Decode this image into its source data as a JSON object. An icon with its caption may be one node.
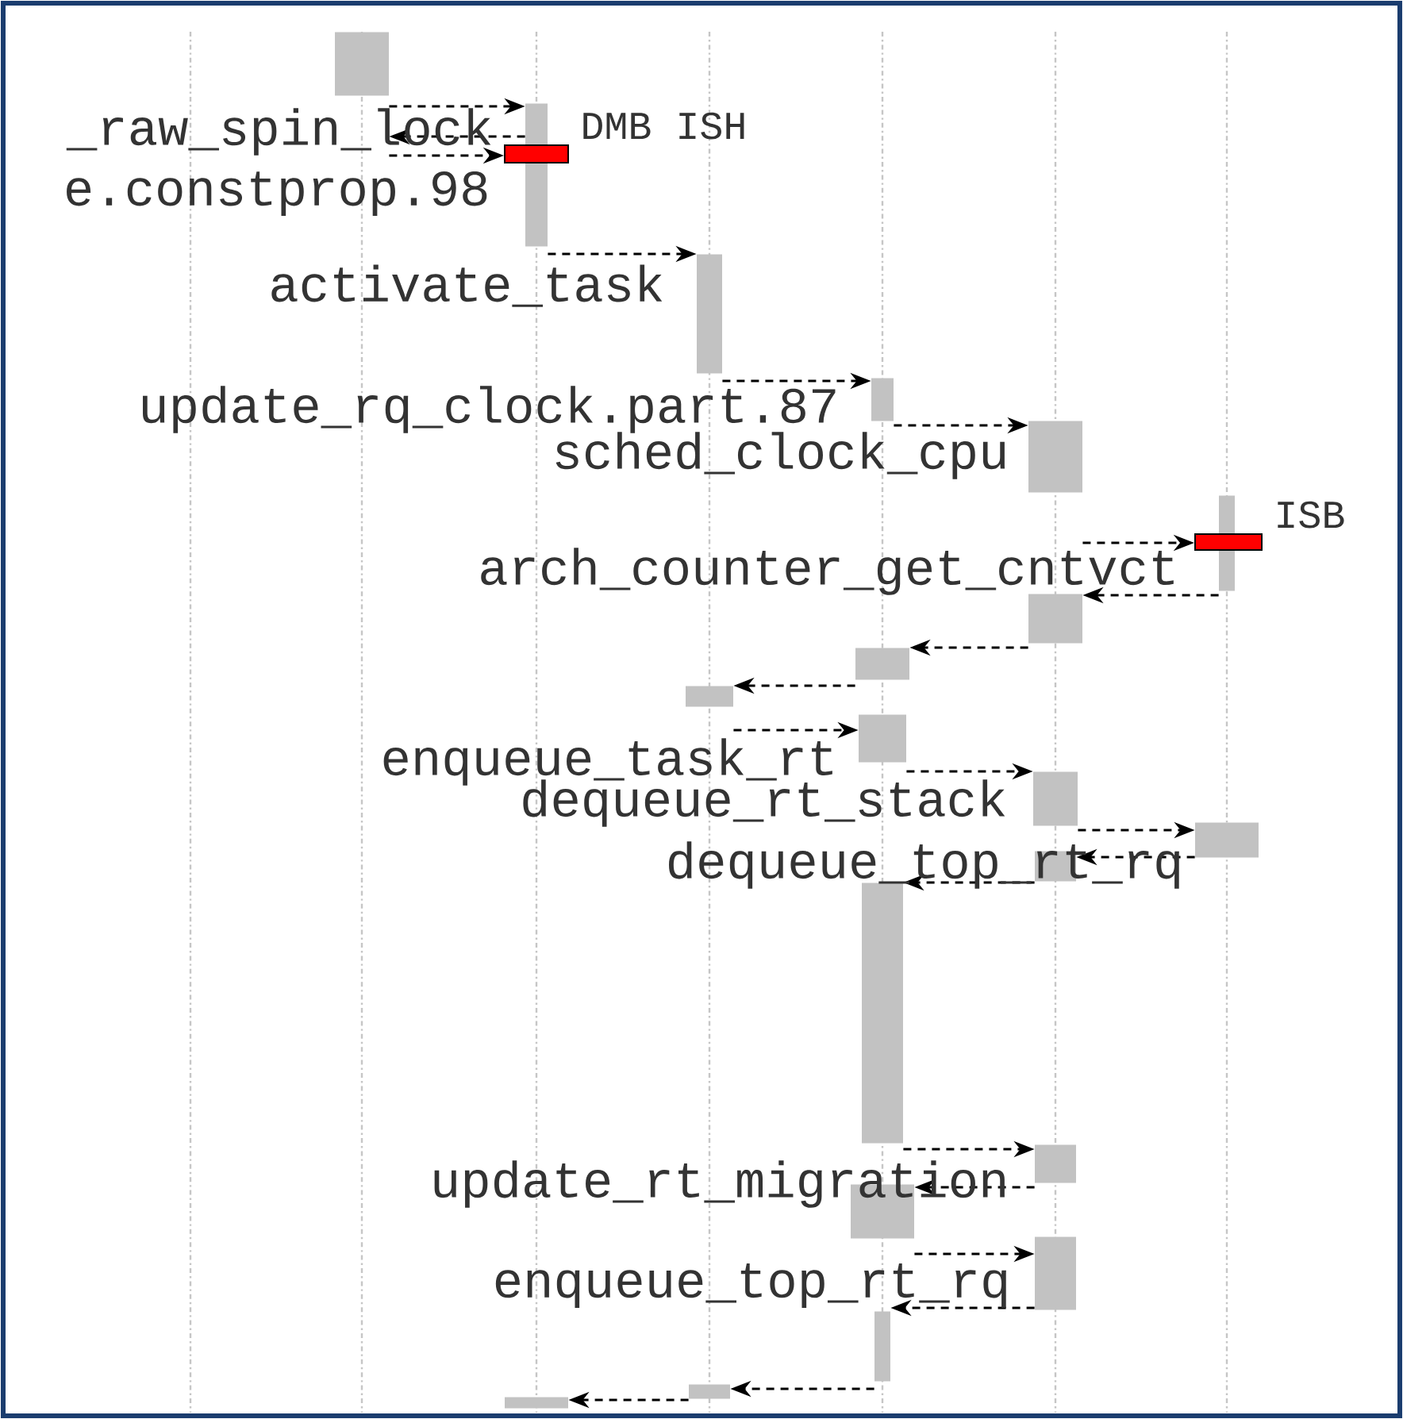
{
  "diagram": {
    "nodes": [
      {
        "text": [],
        "shape": "bar"
      },
      {
        "text": [],
        "shape": "bar"
      },
      {
        "text": [],
        "shape": "box",
        "beside": [
          "DMB ISH"
        ]
      },
      {
        "text": [],
        "shape": "bar"
      },
      {
        "text": [],
        "shape": "bar"
      },
      {
        "text": [],
        "shape": "bar"
      },
      {
        "text": [],
        "shape": "bar"
      },
      {
        "text": [],
        "shape": "box",
        "beside": [
          "ISB"
        ]
      },
      {
        "text": [],
        "shape": "bar"
      },
      {
        "text": [],
        "shape": "bar"
      },
      {
        "text": [],
        "shape": "bar"
      },
      {
        "text": [],
        "shape": "bar"
      },
      {
        "text": [],
        "shape": "bar"
      },
      {
        "text": [],
        "shape": "bar"
      },
      {
        "text": [],
        "shape": "bar"
      },
      {
        "text": [],
        "shape": "bar"
      },
      {
        "text": [],
        "shape": "bar"
      },
      {
        "text": [],
        "shape": "bar"
      },
      {
        "text": [],
        "shape": "bar"
      },
      {
        "text": [],
        "shape": "bar"
      },
      {
        "text": [],
        "shape": "bar"
      },
      {
        "text": [],
        "shape": "bar"
      }
    ],
    "edges": [
      {
        "from": 0,
        "to": 1,
        "arrow": "to",
        "style": "dashed"
      },
      {
        "from": 1,
        "to": 0,
        "arrow": "to",
        "style": "dashed"
      },
      {
        "from": 0,
        "to": 2,
        "arrow": "to",
        "style": "dashed"
      },
      {
        "from": 1,
        "to": 3,
        "arrow": "to",
        "style": "dashed"
      },
      {
        "from": 3,
        "to": 4,
        "arrow": "to",
        "style": "dashed"
      },
      {
        "from": 4,
        "to": 5,
        "arrow": "to",
        "style": "dashed"
      },
      {
        "from": 5,
        "to": 7,
        "arrow": "to",
        "style": "dashed"
      },
      {
        "from": 6,
        "to": 8,
        "arrow": "to",
        "style": "dashed"
      },
      {
        "from": 8,
        "to": 9,
        "arrow": "to",
        "style": "dashed"
      },
      {
        "from": 9,
        "to": 10,
        "arrow": "to",
        "style": "dashed"
      },
      {
        "from": 10,
        "to": 11,
        "arrow": "to",
        "style": "dashed"
      },
      {
        "from": 11,
        "to": 12,
        "arrow": "to",
        "style": "dashed"
      },
      {
        "from": 12,
        "to": 13,
        "arrow": "to",
        "style": "dashed"
      },
      {
        "from": 13,
        "to": 14,
        "arrow": "to",
        "style": "dashed"
      },
      {
        "from": 14,
        "to": 15,
        "arrow": "to",
        "style": "dashed"
      },
      {
        "from": 15,
        "to": 16,
        "arrow": "to",
        "style": "dashed"
      },
      {
        "from": 16,
        "to": 17,
        "arrow": "to",
        "style": "dashed"
      },
      {
        "from": 17,
        "to": 18,
        "arrow": "to",
        "style": "dashed"
      },
      {
        "from": 18,
        "to": 19,
        "arrow": "to",
        "style": "dashed"
      },
      {
        "from": 19,
        "to": 20,
        "arrow": "to",
        "style": "dashed"
      },
      {
        "from": 20,
        "to": 21,
        "arrow": "to",
        "style": "dashed"
      }
    ],
    "labels": [
      "_raw_spin_lock",
      "e.constprop.98",
      "activate_task",
      "update_rq_clock.part.87",
      "sched_clock_cpu",
      "arch_counter_get_cntvct",
      "enqueue_task_rt",
      "dequeue_rt_stack",
      "dequeue_top_rt_rq",
      "update_rt_migration",
      "enqueue_top_rt_rq"
    ]
  }
}
